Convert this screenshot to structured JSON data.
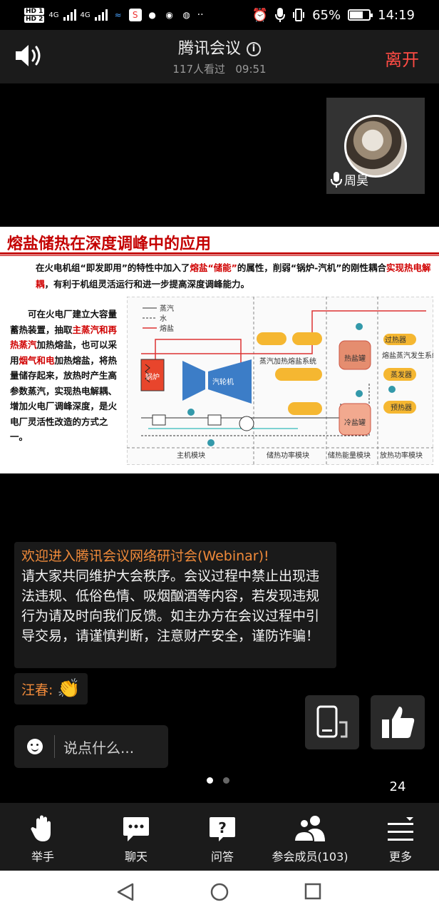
{
  "status_bar": {
    "hd1": "HD 1",
    "hd2": "HD 2",
    "net1": "4G",
    "net2": "4G",
    "battery_percent": "65%",
    "time": "14:19"
  },
  "header": {
    "title": "腾讯会议",
    "viewers": "117人看过",
    "duration": "09:51",
    "leave_label": "离开"
  },
  "participant": {
    "name": "周昊"
  },
  "slide": {
    "title": "熔盐储热在深度调峰中的应用",
    "intro_a": "在火电机组“即发即用”的特性中加入了",
    "intro_b": "熔盐“储能”",
    "intro_c": "的属性，削弱“锅炉-汽机”的刚性耦合",
    "intro_d": "实现热电解耦",
    "intro_e": "，有利于机组灵活运行和进一步提高深度调峰能力。",
    "left_a": "可在火电厂建立大容量蓄热装置，抽取",
    "left_b": "主蒸汽和再热蒸汽",
    "left_c": "加热熔盐，也可以采用",
    "left_d": "烟气和电",
    "left_e": "加热熔盐，将热量储存起来，放热时产生高参数蒸汽，实现热电解耦、增加火电厂调峰深度，是火电厂灵活性改造的方式之一。",
    "diagram": {
      "legend_steam": "蒸汽",
      "legend_water": "水",
      "legend_salt": "熔盐",
      "boiler": "锅炉",
      "turbine": "汽轮机",
      "heat_system": "蒸汽加热熔盐系统",
      "hot_tank": "热盐罐",
      "cold_tank": "冷盐罐",
      "superheater": "过热器",
      "steam_gen_system": "熔盐蒸汽发生系统",
      "evaporator": "蒸发器",
      "preheater": "预热器",
      "module_host": "主机模块",
      "module_store_power": "储热功率模块",
      "module_store_energy": "储热能量模块",
      "module_release": "放热功率模块"
    }
  },
  "chat": {
    "welcome": "欢迎进入腾讯会议网络研讨会(Webinar)!",
    "rules": "请大家共同维护大会秩序。会议过程中禁止出现违法违规、低俗色情、吸烟酗酒等内容，若发现违规行为请及时向我们反馈。如主办方在会议过程中引导交易，请谨慎判断，注意财产安全，谨防诈骗！",
    "message_sender": "汪春:",
    "input_placeholder": "说点什么...",
    "like_count": "24"
  },
  "toolbar": {
    "raise_hand": "举手",
    "chat": "聊天",
    "qa": "问答",
    "members": "参会成员(103)",
    "more": "更多"
  }
}
